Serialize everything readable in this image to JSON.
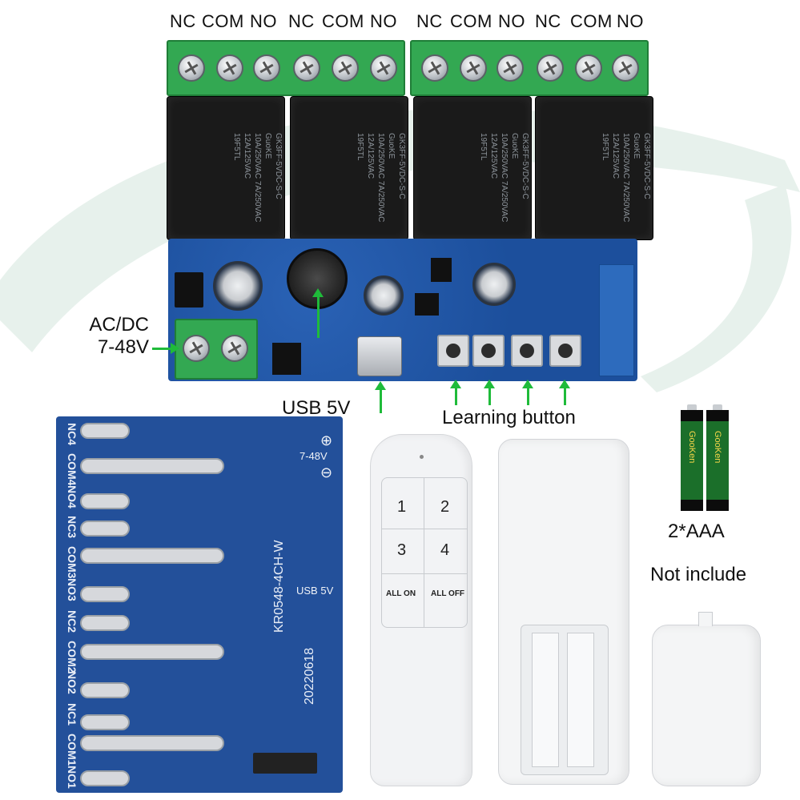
{
  "top_terminal_labels": [
    "NC",
    "COM",
    "NO",
    "NC",
    "COM",
    "NO",
    "NC",
    "COM",
    "NO",
    "NC",
    "COM",
    "NO"
  ],
  "relay_text": {
    "model": "GK3FF-5VDC-S-C",
    "brand": "GuoKE",
    "rating_1": "10A/250VAC 7A/250VAC",
    "rating_2": "12A/125VAC",
    "code": "19F5TL"
  },
  "power_label": {
    "line1": "AC/DC",
    "line2": "7-48V"
  },
  "usb_label": "USB 5V",
  "learning_label": "Learning button",
  "board_back": {
    "left_labels": [
      "NC4",
      "COM4",
      "NO4",
      "NC3",
      "COM3",
      "NO3",
      "NC2",
      "COM2",
      "NO2",
      "NC1",
      "COM1",
      "NO1"
    ],
    "voltage": "7-48V",
    "usb": "USB 5V",
    "model": "KR0548-4CH-W",
    "date": "20220618",
    "plus_symbol": "⊕",
    "minus_symbol": "⊖"
  },
  "remote": {
    "keys": [
      "1",
      "2",
      "3",
      "4"
    ],
    "all_on": "ALL ON",
    "all_off": "ALL OFF"
  },
  "battery": {
    "title": "2*AAA",
    "note": "Not include",
    "brand": "GooKen"
  },
  "colors": {
    "pcb_blue": "#1c4f9c",
    "terminal_green": "#33a852",
    "arrow_green": "#1fbb3a",
    "relay_black": "#1a1a1a"
  }
}
